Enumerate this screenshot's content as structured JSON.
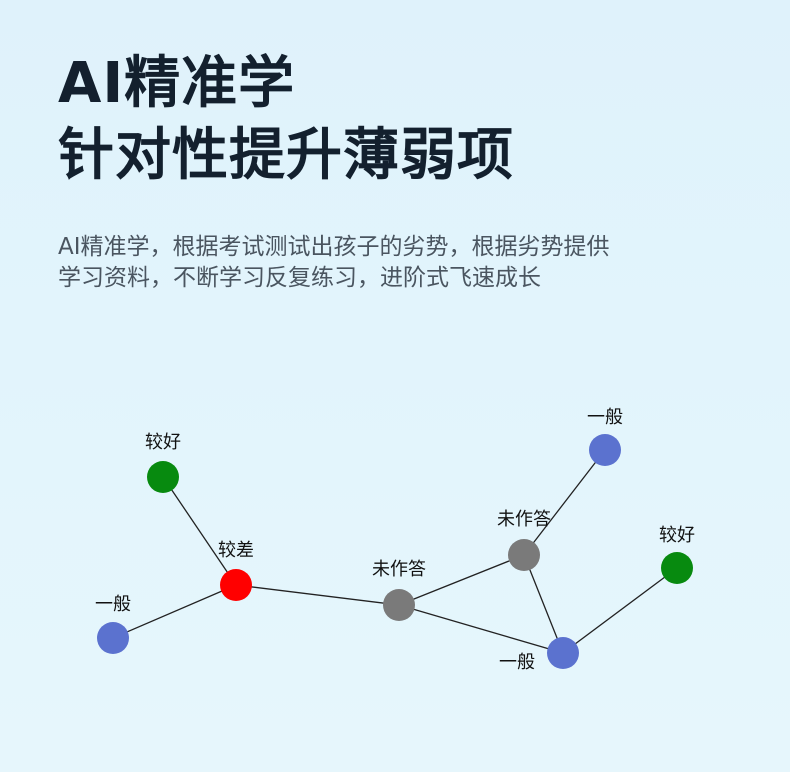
{
  "title": {
    "line1": "AI精准学",
    "line2": "针对性提升薄弱项"
  },
  "description": {
    "line1": "AI精准学，根据考试测试出孩子的劣势，根据劣势提供",
    "line2": "学习资料，不断学习反复练习，进阶式飞速成长"
  },
  "colors": {
    "good": "#078a0f",
    "poor": "#ff0000",
    "average": "#5b72cf",
    "unanswered": "#7a7a7a",
    "edge": "#222222"
  },
  "graph": {
    "nodes": [
      {
        "id": "n1",
        "label": "较好",
        "status": "good"
      },
      {
        "id": "n2",
        "label": "较差",
        "status": "poor"
      },
      {
        "id": "n3",
        "label": "一般",
        "status": "average"
      },
      {
        "id": "n4",
        "label": "未作答",
        "status": "unanswered"
      },
      {
        "id": "n5",
        "label": "未作答",
        "status": "unanswered"
      },
      {
        "id": "n6",
        "label": "一般",
        "status": "average"
      },
      {
        "id": "n7",
        "label": "一般",
        "status": "average"
      },
      {
        "id": "n8",
        "label": "较好",
        "status": "good"
      }
    ],
    "edges": [
      [
        "n1",
        "n2"
      ],
      [
        "n2",
        "n3"
      ],
      [
        "n2",
        "n4"
      ],
      [
        "n4",
        "n5"
      ],
      [
        "n4",
        "n7"
      ],
      [
        "n5",
        "n6"
      ],
      [
        "n5",
        "n7"
      ],
      [
        "n7",
        "n8"
      ]
    ]
  }
}
